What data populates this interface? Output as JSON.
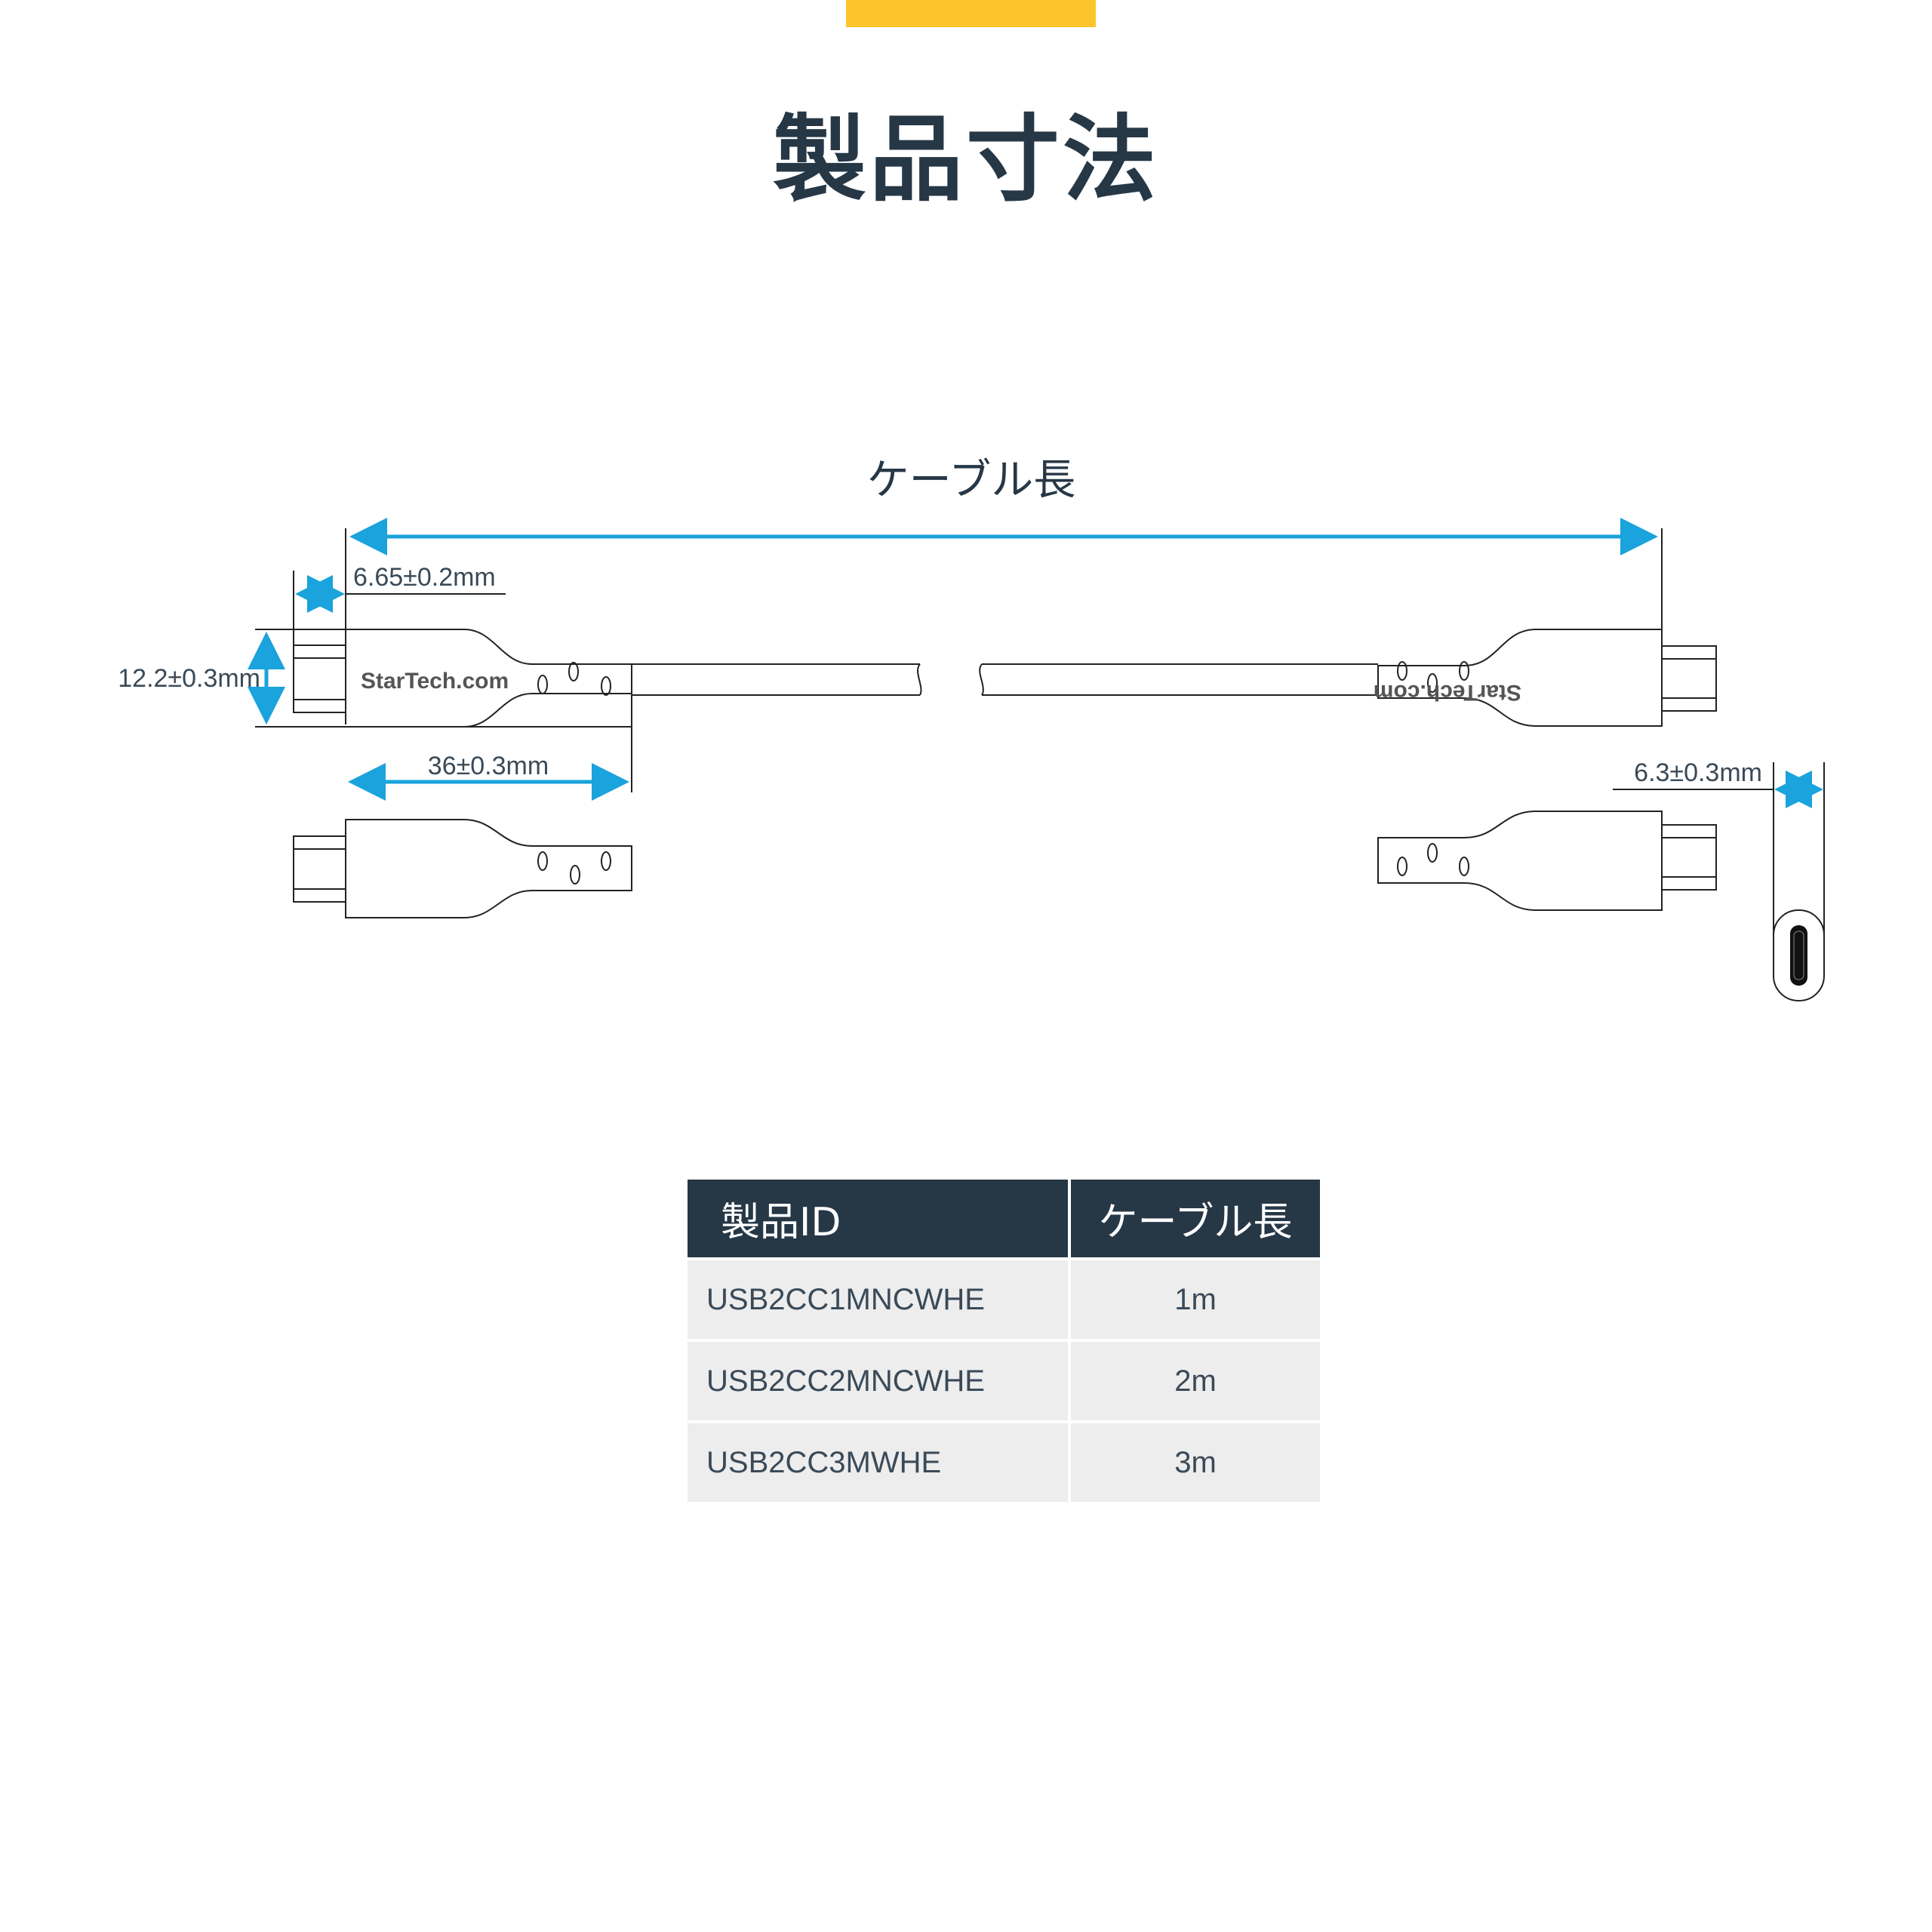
{
  "header": {
    "accent_color": "#fdc52c",
    "title": "製品寸法"
  },
  "diagram": {
    "cable_length_label": "ケーブル長",
    "dimensions": {
      "tip_length": "6.65±0.2mm",
      "connector_height": "12.2±0.3mm",
      "connector_length": "36±0.3mm",
      "connector_thickness": "6.3±0.3mm"
    },
    "logo_text": "StarTech.com",
    "arrow_color": "#1aa3dc"
  },
  "table": {
    "headers": [
      "製品ID",
      "ケーブル長"
    ],
    "rows": [
      {
        "product_id": "USB2CC1MNCWHE",
        "length": "1m"
      },
      {
        "product_id": "USB2CC2MNCWHE",
        "length": "2m"
      },
      {
        "product_id": "USB2CC3MWHE",
        "length": "3m"
      }
    ],
    "header_color": "#263746",
    "row_color": "#ededed"
  }
}
